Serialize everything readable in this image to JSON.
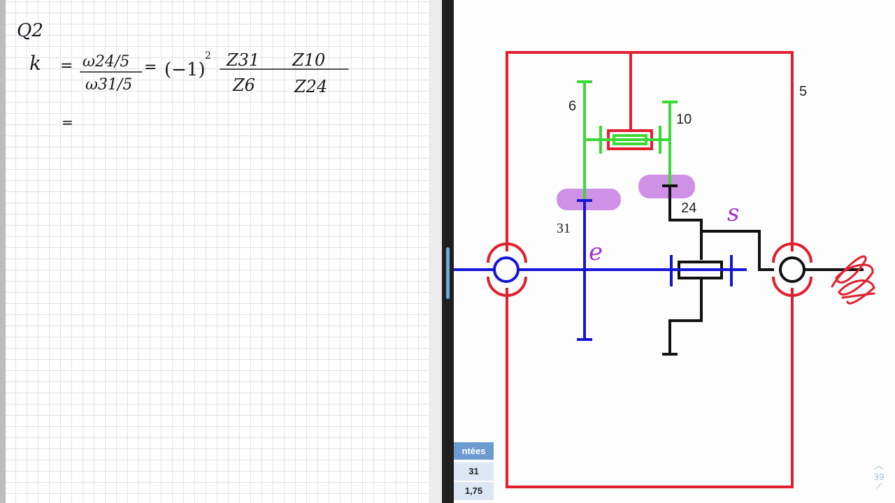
{
  "note": {
    "heading": "Q2",
    "formula": {
      "lhs": "k",
      "eq": "=",
      "ratio_num": "ω24/5",
      "ratio_den": "ω31/5",
      "sign": "(−1)",
      "exponent": "2",
      "num1": "Z31",
      "num2": "Z10",
      "den1": "Z6",
      "den2": "Z24"
    },
    "second_line": "="
  },
  "diagram": {
    "labels": {
      "gear_6": "6",
      "gear_10": "10",
      "housing_5": "5",
      "gear_24": "24",
      "gear_31": "31",
      "input_e": "e",
      "output_s": "s"
    },
    "colors": {
      "housing": "#e0202f",
      "satellite": "#3ad936",
      "input_shaft": "#1515d6",
      "output_shaft": "#111111",
      "highlight": "#c77ee0",
      "annotation": "#a333c8",
      "scribble": "#e0202f"
    }
  },
  "table": {
    "header": "ntées",
    "rows": [
      "31",
      "1,75"
    ]
  },
  "page": {
    "number": "39",
    "up_arrow": "chevron-up-icon",
    "expand": "expand-icon"
  }
}
